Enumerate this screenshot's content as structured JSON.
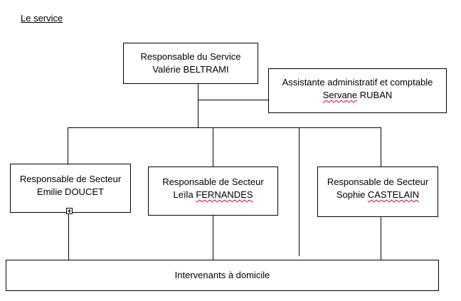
{
  "title": "Le service",
  "boxes": {
    "head": {
      "role": "Responsable du Service",
      "name": "Valérie BELTRAMI"
    },
    "assistant": {
      "role": "Assistante administratif et comptable",
      "first": "Servane",
      "last": "RUBAN"
    },
    "sector1": {
      "role": "Responsable de Secteur",
      "name": "Emilie DOUCET"
    },
    "sector2": {
      "role": "Responsable de Secteur",
      "first": "Leïla",
      "last": "FERNANDES"
    },
    "sector3": {
      "role": "Responsable de Secteur",
      "first": "Sophie",
      "last": "CASTELAIN"
    },
    "bottom": {
      "label": "Intervenants à domicile"
    }
  }
}
